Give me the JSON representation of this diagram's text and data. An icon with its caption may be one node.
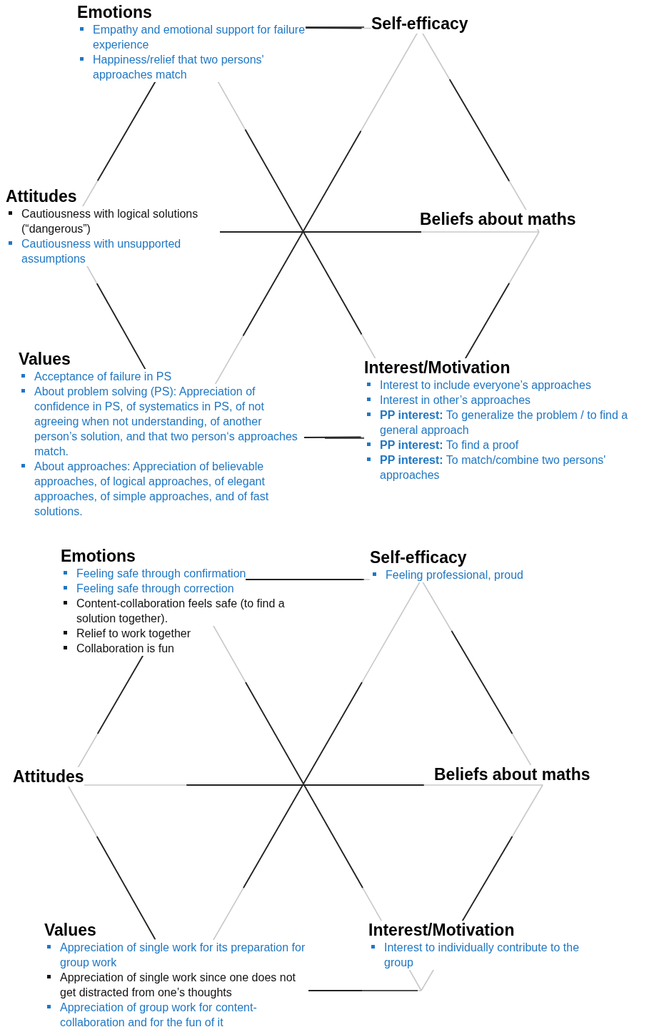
{
  "diagram": {
    "nodes": [
      {
        "text": [
          "Emotions",
          "Empathy and emotional support for failure experience",
          "Happiness/relief that two persons' approaches match"
        ]
      },
      {
        "text": [
          "Self-efficacy"
        ]
      },
      {
        "text": [
          "Attitudes",
          "Cautiousness with logical solutions (“dangerous”)",
          "Cautiousness with unsupported assumptions"
        ]
      },
      {
        "text": [
          "Beliefs about maths"
        ]
      },
      {
        "text": [
          "Values",
          "Acceptance of failure in PS",
          "About problem solving (PS): Appreciation of confidence in PS, of systematics in PS, of not agreeing when not understanding, of another person’s solution, and that two person‘s approaches match.",
          "About approaches: Appreciation of believable approaches, of logical approaches, of elegant approaches, of simple approaches, and of fast solutions."
        ]
      },
      {
        "text": [
          "Interest/Motivation",
          "Interest to include everyone’s approaches",
          "Interest in other’s approaches",
          "**PP interest:** To generalize the problem / to find a general approach",
          "**PP interest:** To find a proof",
          "**PP interest:** To match/combine two persons' approaches"
        ]
      },
      {
        "text": [
          "Emotions",
          "Feeling safe through confirmation",
          "Feeling safe through correction",
          "Content-collaboration feels safe (to find a solution together).",
          "Relief to work together",
          "Collaboration is fun"
        ]
      },
      {
        "text": [
          "Self-efficacy",
          "Feeling professional, proud"
        ]
      },
      {
        "text": [
          "Attitudes"
        ]
      },
      {
        "text": [
          "Beliefs about maths"
        ]
      },
      {
        "text": [
          "Values",
          "Appreciation of single work for its preparation for group work",
          "Appreciation of single work since one does not get distracted from one’s thoughts",
          "Appreciation of group work for content-collaboration and for the fun of it"
        ]
      },
      {
        "text": [
          "Interest/Motivation",
          "Interest to individually contribute to the group"
        ]
      }
    ]
  }
}
